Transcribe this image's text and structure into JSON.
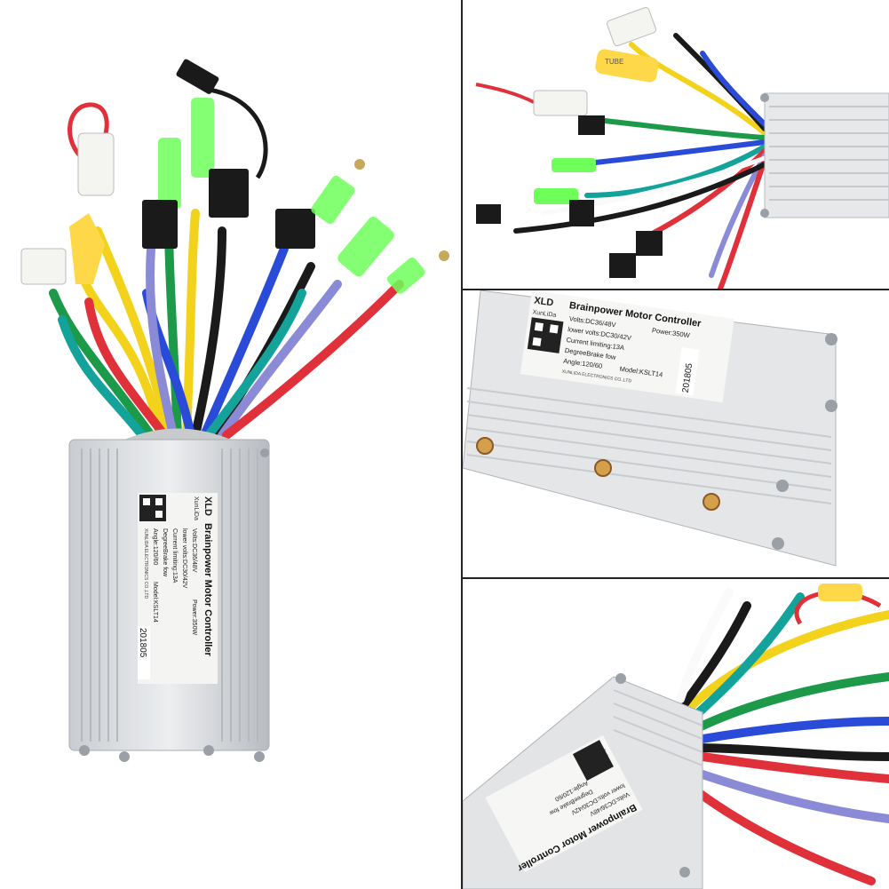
{
  "label": {
    "brand_mark": "XLD",
    "brand_sub": "XunLiDa",
    "title": "Brainpower Motor Controller",
    "volts": "Volts:DC36/48V",
    "power": "Power:350W",
    "lower_volts": "lower volts:DC30/42V",
    "current_limiting": "Current limiting:13A",
    "degree_brake": "DegreeBrake fow",
    "angle": "Angle:120/60",
    "model": "Model:KSLT14",
    "company": "XUNLIDA ELECTRONICS CO.,LTD",
    "date_code": "201805"
  },
  "tube_text": "TUBE",
  "colors": {
    "aluminum": "#d9dbde",
    "wire_red": "#e0303a",
    "wire_yellow": "#f2d21a",
    "wire_green": "#1c9a4a",
    "wire_blue": "#2a4bd8",
    "wire_purple": "#8a8ad6",
    "wire_teal": "#14a39a",
    "wire_black": "#1a1a1a",
    "connector_green": "#6fff5a",
    "connector_white": "#f4f4f0",
    "connector_yellow": "#ffd84a"
  }
}
